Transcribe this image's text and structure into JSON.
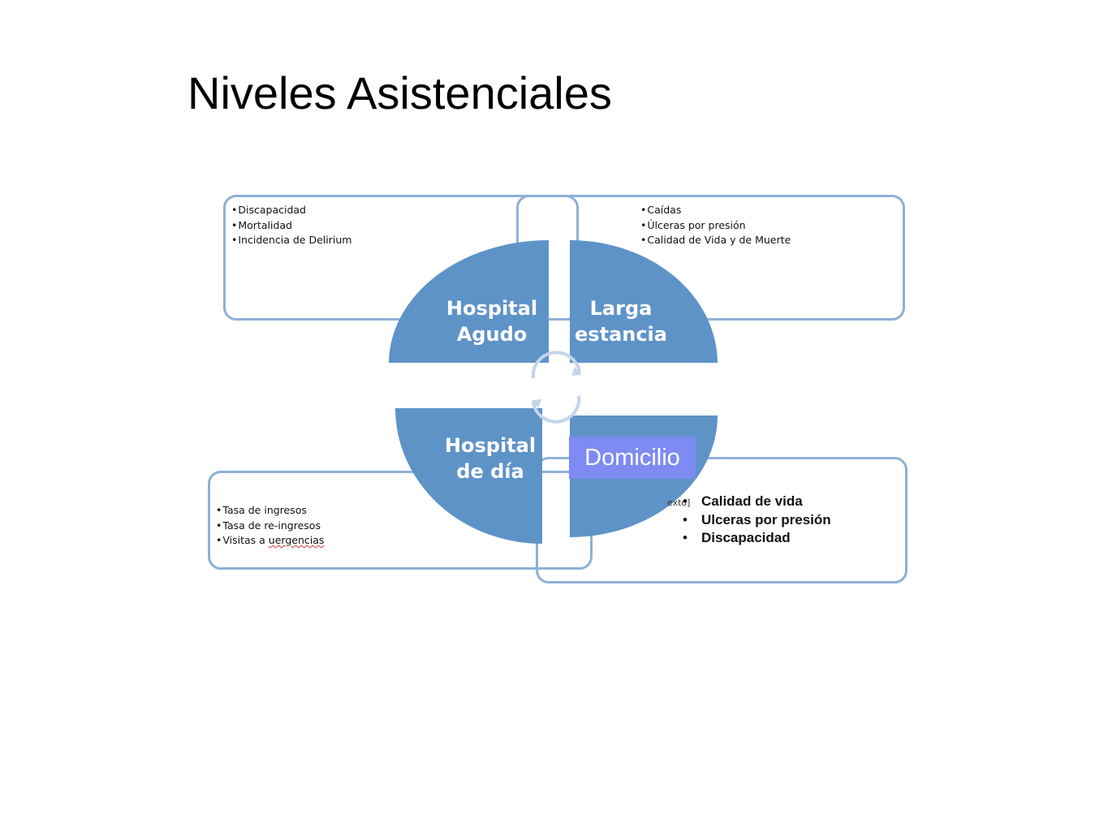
{
  "title": "Niveles Asistenciales",
  "colors": {
    "quadrant_fill": "#5e93c8",
    "box_border": "#8fb0d6",
    "domicilio_fill": "#7e8bf2",
    "arrow_color": "#c4d4ea"
  },
  "quadrants": {
    "top_left": {
      "line1": "Hospital",
      "line2": "Agudo"
    },
    "top_right": {
      "line1": "Larga",
      "line2": "estancia"
    },
    "bottom_left": {
      "line1": "Hospital",
      "line2": "de día"
    },
    "bottom_right": {
      "label": "Domicilio"
    }
  },
  "boxes": {
    "top_left": {
      "items": [
        "Discapacidad",
        "Mortalidad",
        "Incidencia de Delirium"
      ]
    },
    "top_right": {
      "items": [
        "Caídas",
        "Úlceras por presión",
        "Calidad de Vida y de Muerte"
      ]
    },
    "bottom_left": {
      "items": [
        "Tasa de ingresos",
        "Tasa de re-ingresos",
        "Visitas a ",
        "uergencias"
      ]
    },
    "bottom_right": {
      "stray": "exto]",
      "items": [
        "Calidad de vida",
        "Ulceras por presión",
        "Discapacidad"
      ]
    }
  }
}
